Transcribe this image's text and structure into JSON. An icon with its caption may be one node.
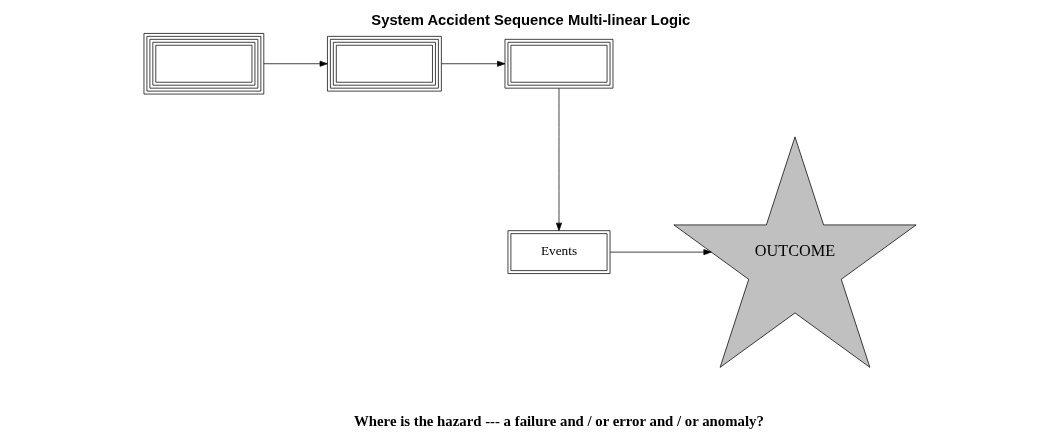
{
  "diagram": {
    "title": "System Accident Sequence Multi-linear Logic",
    "caption": "Where is the hazard --- a failure and / or error and / or anomaly?",
    "nodes": [
      {
        "text": [],
        "shape": "box"
      },
      {
        "text": [],
        "shape": "box"
      },
      {
        "text": [],
        "shape": "box"
      },
      {
        "text": [
          "Events"
        ]
      },
      {
        "text": [
          "OUTCOME"
        ]
      }
    ],
    "edges": [
      {
        "from": 0,
        "to": 1,
        "arrow": "to"
      },
      {
        "from": 1,
        "to": 2,
        "arrow": "to"
      },
      {
        "from": 2,
        "to": 3,
        "arrow": "to"
      },
      {
        "from": 3,
        "to": 4,
        "arrow": "to"
      }
    ]
  }
}
